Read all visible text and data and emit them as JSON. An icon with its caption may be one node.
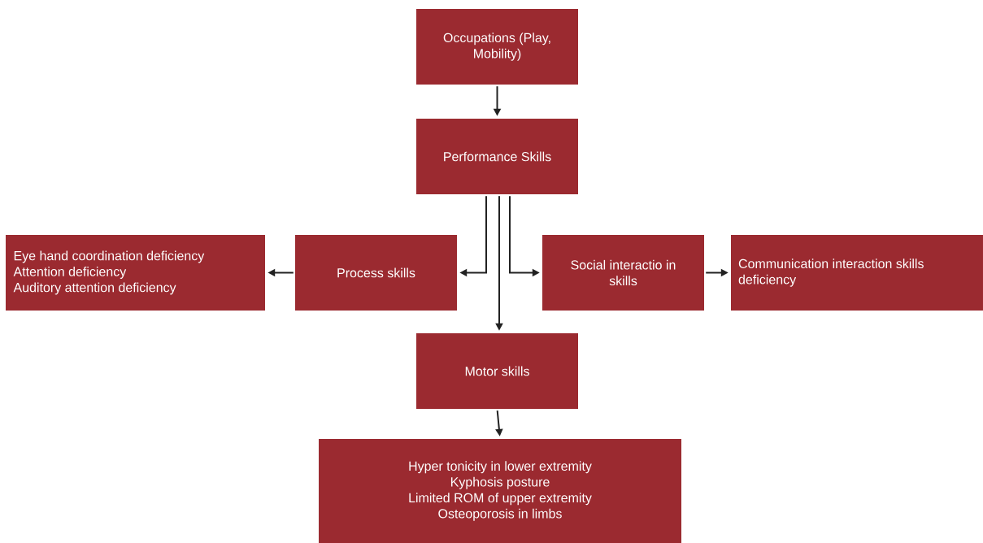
{
  "diagram": {
    "nodes": [
      {
        "text": [
          "Occupations (Play, Mobility)"
        ]
      },
      {
        "text": [
          "Performance Skills"
        ]
      },
      {
        "text": [
          "Eye hand coordination deficiency",
          "Attention deficiency",
          "Auditory attention deficiency"
        ]
      },
      {
        "text": [
          "Process skills"
        ]
      },
      {
        "text": [
          "Social interactio in skills"
        ]
      },
      {
        "text": [
          "Communication interaction skills deficiency"
        ]
      },
      {
        "text": [
          "Motor skills"
        ]
      },
      {
        "text": [
          "Hyper tonicity in lower extremity",
          "Kyphosis posture",
          "Limited ROM of upper extremity",
          "Osteoporosis in limbs"
        ]
      }
    ],
    "edges": [
      {
        "from": 0,
        "to": 1,
        "arrow": "to"
      },
      {
        "from": 1,
        "to": 3,
        "arrow": "to"
      },
      {
        "from": 1,
        "to": 6,
        "arrow": "to"
      },
      {
        "from": 1,
        "to": 4,
        "arrow": "to"
      },
      {
        "from": 3,
        "to": 2,
        "arrow": "to"
      },
      {
        "from": 4,
        "to": 5,
        "arrow": "to"
      },
      {
        "from": 6,
        "to": 7,
        "arrow": "to"
      }
    ]
  }
}
